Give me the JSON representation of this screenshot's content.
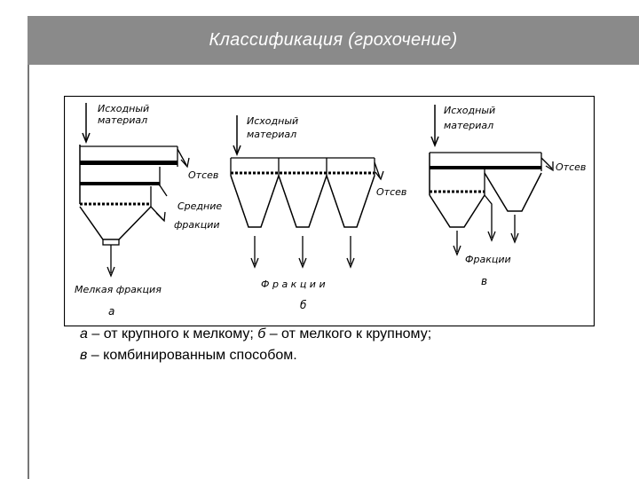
{
  "header": {
    "title": "Классификация (грохочение)"
  },
  "diagram": {
    "a": {
      "input_line1": "Исходный",
      "input_line2": "материал",
      "oversize": "Отсев",
      "middle_line1": "Средние",
      "middle_line2": "фракции",
      "fine": "Мелкая фракция",
      "letter": "а"
    },
    "b": {
      "input_line1": "Исходный",
      "input_line2": "материал",
      "oversize": "Отсев",
      "fractions": "Ф р а к ц и и",
      "letter": "б"
    },
    "c": {
      "input_line1": "Исходный",
      "input_line2": "материал",
      "oversize": "Отсев",
      "fractions": "Фракции",
      "letter": "в"
    }
  },
  "caption": {
    "a_letter": "а",
    "a_text": " – от крупного к мелкому; ",
    "b_letter": "б",
    "b_text": " – от мелкого к крупному;",
    "c_letter": "в",
    "c_text": " – комбинированным способом."
  }
}
